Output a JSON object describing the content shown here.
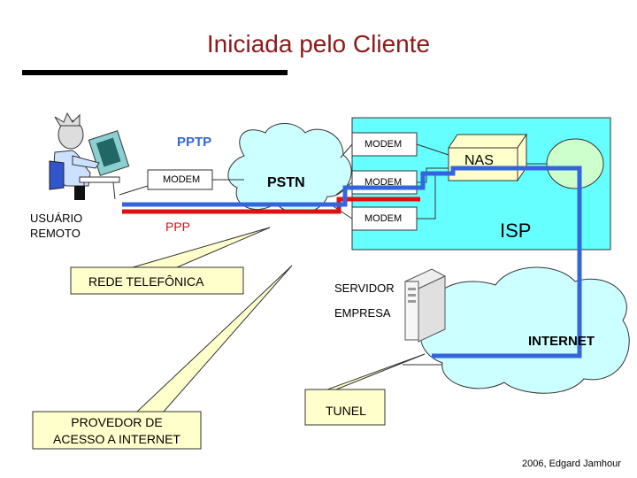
{
  "title": "Iniciada pelo Cliente",
  "labels": {
    "pptp": "PPTP",
    "ppp": "PPP",
    "modem_client": "MODEM",
    "modem_isp_1": "MODEM",
    "modem_isp_2": "MODEM",
    "modem_isp_3": "MODEM",
    "pstn": "PSTN",
    "nas": "NAS",
    "isp": "ISP",
    "usuario_remoto": "USUÁRIO\nREMOTO",
    "rede_telefonica": "REDE TELEFÔNICA",
    "servidor": "SERVIDOR",
    "empresa": "EMPRESA",
    "internet": "INTERNET",
    "tunel": "TUNEL",
    "provedor": "PROVEDOR DE\nACESSO A INTERNET",
    "credit": "2006, Edgard Jamhour"
  },
  "colors": {
    "title": "#8b1a1a",
    "isp_box": "#66ffff",
    "cloud": "#ccffff",
    "callout": "#ffffcc",
    "pptp_line": "#3366dd",
    "ppp_line": "#dd1111"
  }
}
